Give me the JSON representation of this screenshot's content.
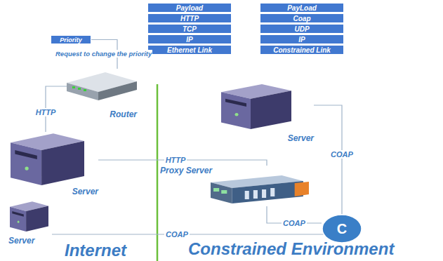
{
  "diagram": {
    "nodes": [
      {
        "text": [
          "Payload"
        ]
      },
      {
        "text": [
          "HTTP"
        ]
      },
      {
        "text": [
          "TCP"
        ]
      },
      {
        "text": [
          "IP"
        ]
      },
      {
        "text": [
          "Ethernet Link"
        ]
      },
      {
        "text": [
          "PayLoad"
        ]
      },
      {
        "text": [
          "Coap"
        ]
      },
      {
        "text": [
          "UDP"
        ]
      },
      {
        "text": [
          "IP"
        ]
      },
      {
        "text": [
          "Constrained Link"
        ]
      },
      {
        "text": [
          "Priority"
        ]
      },
      {
        "text": [
          "Router"
        ]
      },
      {
        "text": [
          "Server"
        ]
      },
      {
        "text": [
          "Server"
        ]
      },
      {
        "text": [
          "Proxy Server"
        ]
      },
      {
        "text": [
          "Server"
        ]
      },
      {
        "text": [
          "C"
        ]
      }
    ],
    "edges": [
      {
        "from": 10,
        "to": 11,
        "arrow": "none"
      },
      {
        "from": 11,
        "to": 13,
        "label": "HTTP",
        "arrow": "none"
      },
      {
        "from": 13,
        "to": 14,
        "label": "HTTP",
        "arrow": "none"
      },
      {
        "from": 14,
        "to": 16,
        "label": "COAP",
        "arrow": "none"
      },
      {
        "from": 12,
        "to": 16,
        "label": "COAP",
        "arrow": "none"
      },
      {
        "from": 15,
        "to": 16,
        "label": "COAP",
        "arrow": "none"
      }
    ],
    "labels": [
      "Request to change the priority",
      "Internet",
      "Constrained Environment"
    ]
  }
}
